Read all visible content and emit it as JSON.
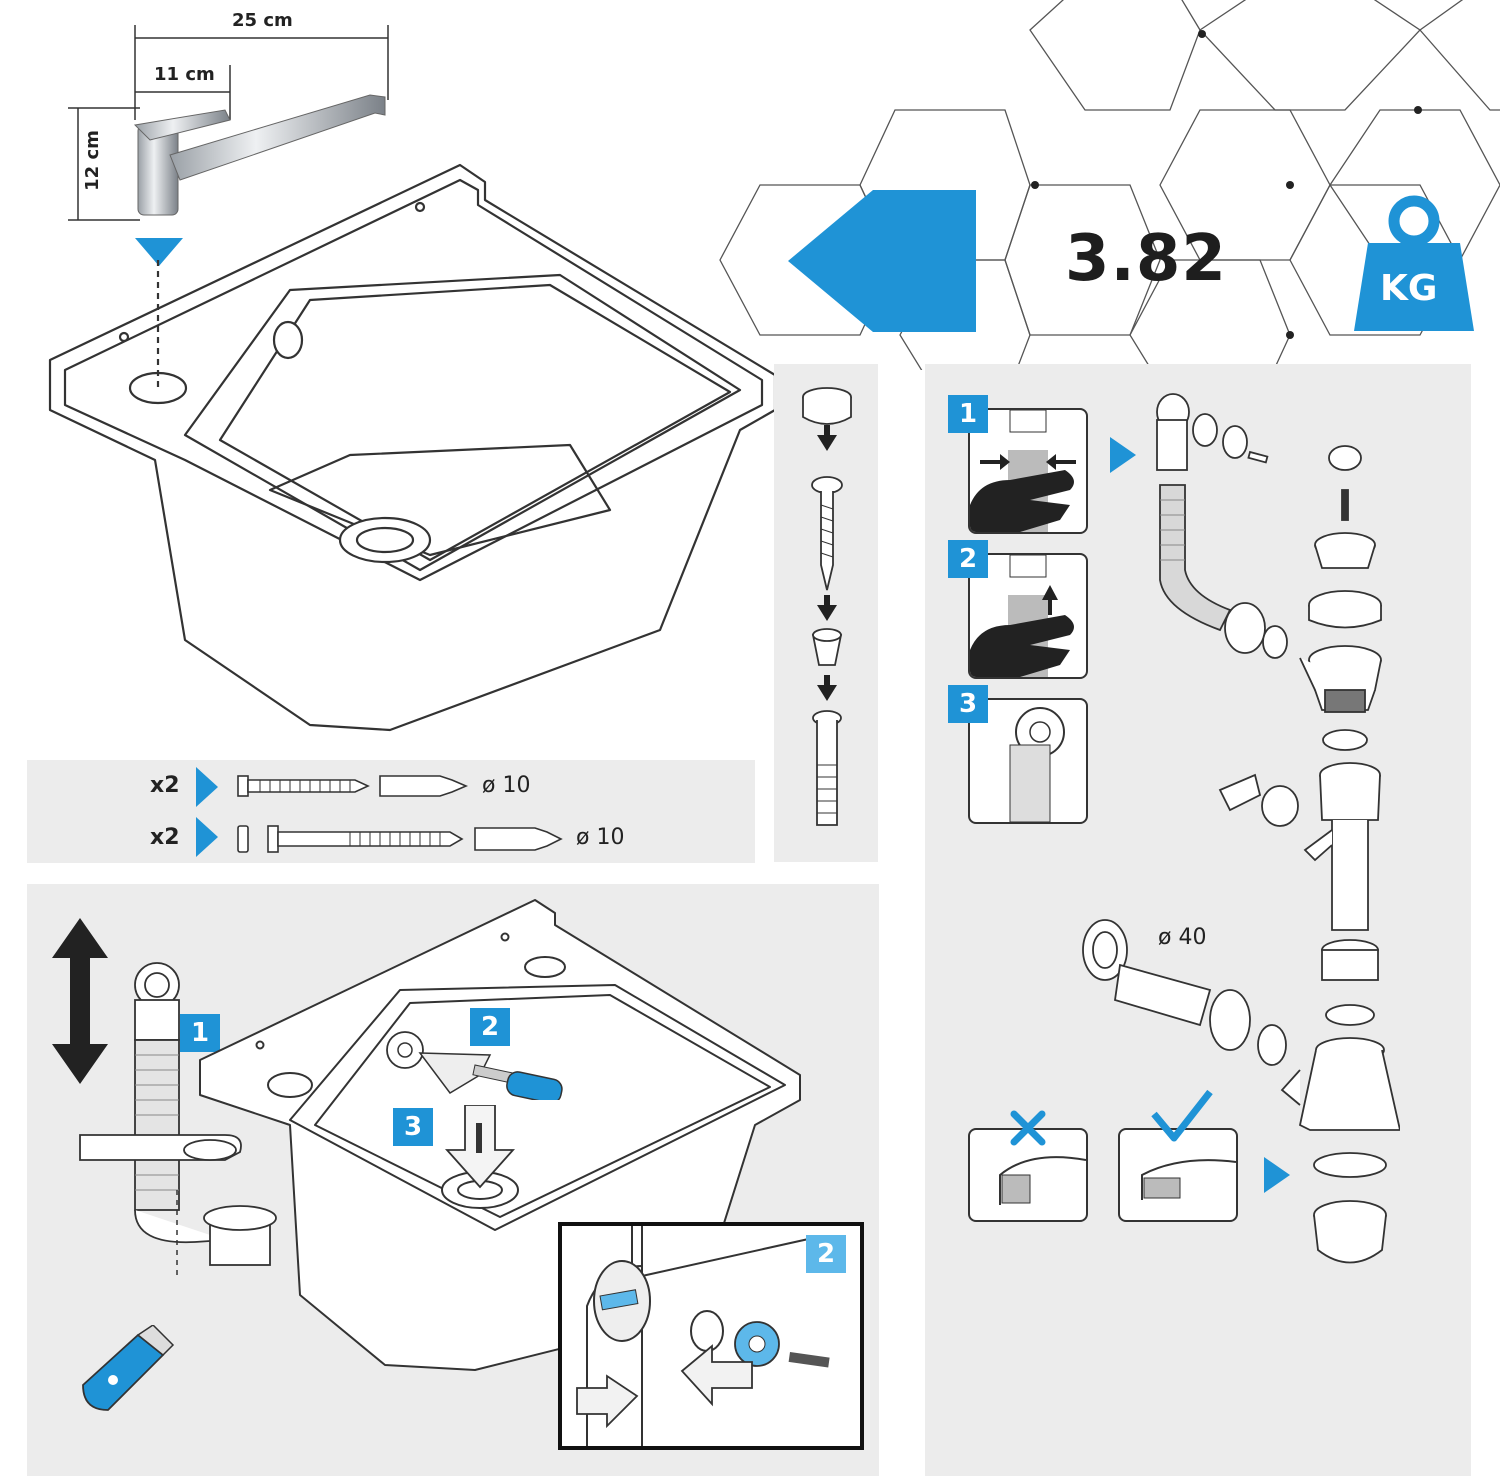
{
  "dimensions": {
    "total_width": "25 cm",
    "spout_offset": "11 cm",
    "height": "12 cm"
  },
  "weight": {
    "value": "3.82",
    "unit": "KG"
  },
  "hardware": {
    "row1_qty": "x2",
    "row1_diameter": "ø 10",
    "row2_qty": "x2",
    "row2_diameter": "ø 10"
  },
  "drain": {
    "pipe_diameter": "ø 40"
  },
  "steps": {
    "overflow_1": "1",
    "overflow_2": "2",
    "overflow_3": "3",
    "install_1": "1",
    "install_2": "2",
    "install_3": "3",
    "detail_2": "2"
  },
  "colors": {
    "accent": "#1f93d6",
    "panel": "#ececec",
    "line": "#333333"
  },
  "icons": [
    "weight-icon",
    "arrow-left-icon",
    "correct-check-icon",
    "wrong-cross-icon",
    "screwdriver-icon",
    "double-arrow-icon"
  ]
}
